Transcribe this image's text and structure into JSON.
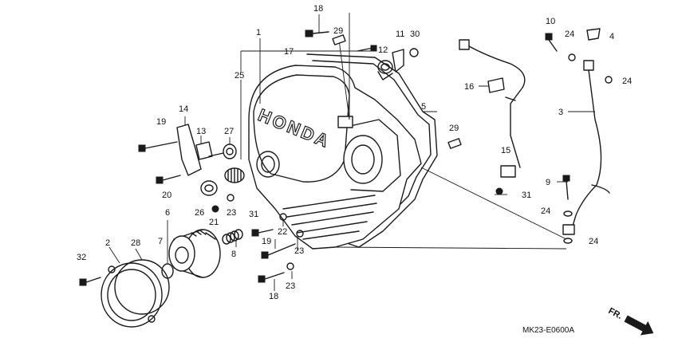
{
  "callouts": [
    {
      "id": "c1",
      "label": "1"
    },
    {
      "id": "c2",
      "label": "2"
    },
    {
      "id": "c3",
      "label": "3"
    },
    {
      "id": "c4",
      "label": "4"
    },
    {
      "id": "c5",
      "label": "5"
    },
    {
      "id": "c6",
      "label": "6"
    },
    {
      "id": "c7",
      "label": "7"
    },
    {
      "id": "c8",
      "label": "8"
    },
    {
      "id": "c9",
      "label": "9"
    },
    {
      "id": "c10",
      "label": "10"
    },
    {
      "id": "c11",
      "label": "11"
    },
    {
      "id": "c12",
      "label": "12"
    },
    {
      "id": "c13",
      "label": "13"
    },
    {
      "id": "c14",
      "label": "14"
    },
    {
      "id": "c15",
      "label": "15"
    },
    {
      "id": "c16",
      "label": "16"
    },
    {
      "id": "c17",
      "label": "17"
    },
    {
      "id": "c18a",
      "label": "18"
    },
    {
      "id": "c18b",
      "label": "18"
    },
    {
      "id": "c19a",
      "label": "19"
    },
    {
      "id": "c19b",
      "label": "19"
    },
    {
      "id": "c20",
      "label": "20"
    },
    {
      "id": "c21",
      "label": "21"
    },
    {
      "id": "c22",
      "label": "22"
    },
    {
      "id": "c23a",
      "label": "23"
    },
    {
      "id": "c23b",
      "label": "23"
    },
    {
      "id": "c23c",
      "label": "23"
    },
    {
      "id": "c24a",
      "label": "24"
    },
    {
      "id": "c24b",
      "label": "24"
    },
    {
      "id": "c24c",
      "label": "24"
    },
    {
      "id": "c24d",
      "label": "24"
    },
    {
      "id": "c25",
      "label": "25"
    },
    {
      "id": "c26",
      "label": "26"
    },
    {
      "id": "c27",
      "label": "27"
    },
    {
      "id": "c28",
      "label": "28"
    },
    {
      "id": "c29a",
      "label": "29"
    },
    {
      "id": "c29b",
      "label": "29"
    },
    {
      "id": "c30",
      "label": "30"
    },
    {
      "id": "c31a",
      "label": "31"
    },
    {
      "id": "c31b",
      "label": "31"
    },
    {
      "id": "c32",
      "label": "32"
    }
  ],
  "brand_text": "HONDA",
  "drawing_code": "MK23-E0600A",
  "direction_label": "FR."
}
